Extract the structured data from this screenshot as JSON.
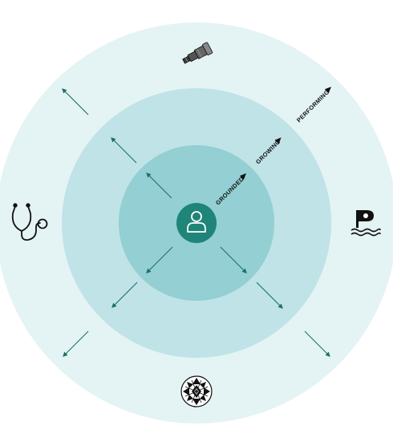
{
  "diagram": {
    "rings": [
      {
        "label": "PERFORMING",
        "color": "#e4f3f4"
      },
      {
        "label": "GROWING",
        "color": "#bfe3e6"
      },
      {
        "label": "GROUNDED",
        "color": "#93cfd3"
      }
    ],
    "center": {
      "icon": "person-icon",
      "color": "#1e8578"
    },
    "arrow_color": "#1e6f6a",
    "icons": {
      "top": "telescope-icon",
      "left": "stethoscope-icon",
      "right": "diver-flag-icon",
      "bottom": "geometric-mandala-icon"
    }
  }
}
